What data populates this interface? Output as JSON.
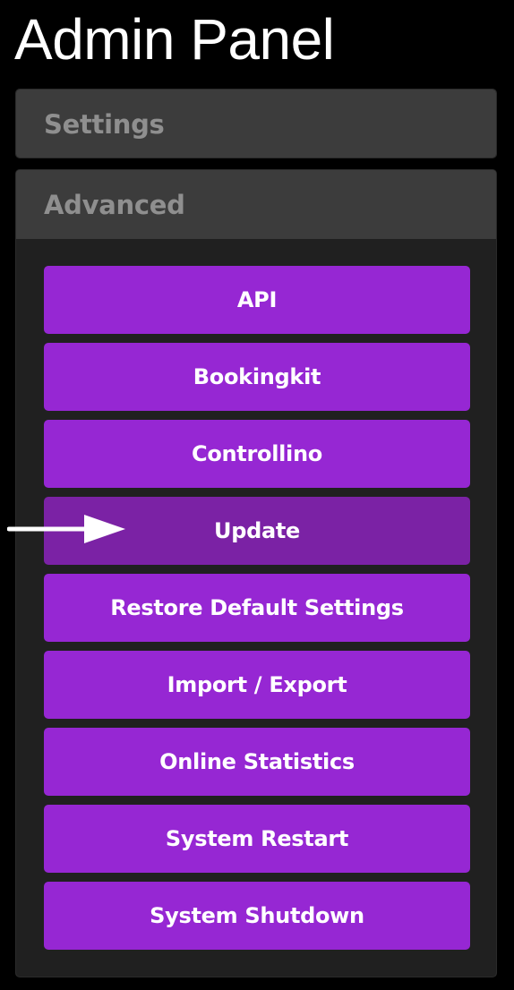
{
  "page": {
    "title": "Admin Panel"
  },
  "panels": {
    "settings": {
      "label": "Settings"
    },
    "advanced": {
      "label": "Advanced"
    }
  },
  "advanced_buttons": [
    {
      "label": "API",
      "active": false
    },
    {
      "label": "Bookingkit",
      "active": false
    },
    {
      "label": "Controllino",
      "active": false
    },
    {
      "label": "Update",
      "active": true
    },
    {
      "label": "Restore Default Settings",
      "active": false
    },
    {
      "label": "Import / Export",
      "active": false
    },
    {
      "label": "Online Statistics",
      "active": false
    },
    {
      "label": "System Restart",
      "active": false
    },
    {
      "label": "System Shutdown",
      "active": false
    }
  ],
  "annotations": {
    "pointer_icon": "right-arrow-icon",
    "pointer_color": "#ffffff"
  },
  "colors": {
    "background": "#000000",
    "panel_header": "#3c3c3c",
    "panel_body": "#202020",
    "header_text": "#8f8f8f",
    "button": "#9627d3",
    "button_active": "#7b22a5",
    "button_text": "#ffffff"
  }
}
